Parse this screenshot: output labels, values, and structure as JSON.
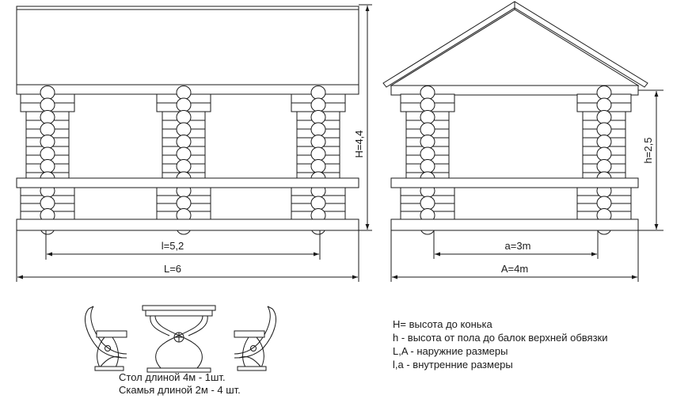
{
  "dimensions": {
    "height_total": "H=4,4",
    "height_inner": "h=2,5",
    "inner_length": "l=5,2",
    "outer_length": "L=6",
    "inner_width": "a=3m",
    "outer_width": "A=4m"
  },
  "legend": [
    "H= высота до конька",
    "h -  высота от пола до балок верхней обвязки",
    "L,A - наружние размеры",
    "l,a - внутренние размеры"
  ],
  "caption": [
    "Стол длиной 4м  - 1шт.",
    "Скамья длиной 2м - 4 шт."
  ]
}
